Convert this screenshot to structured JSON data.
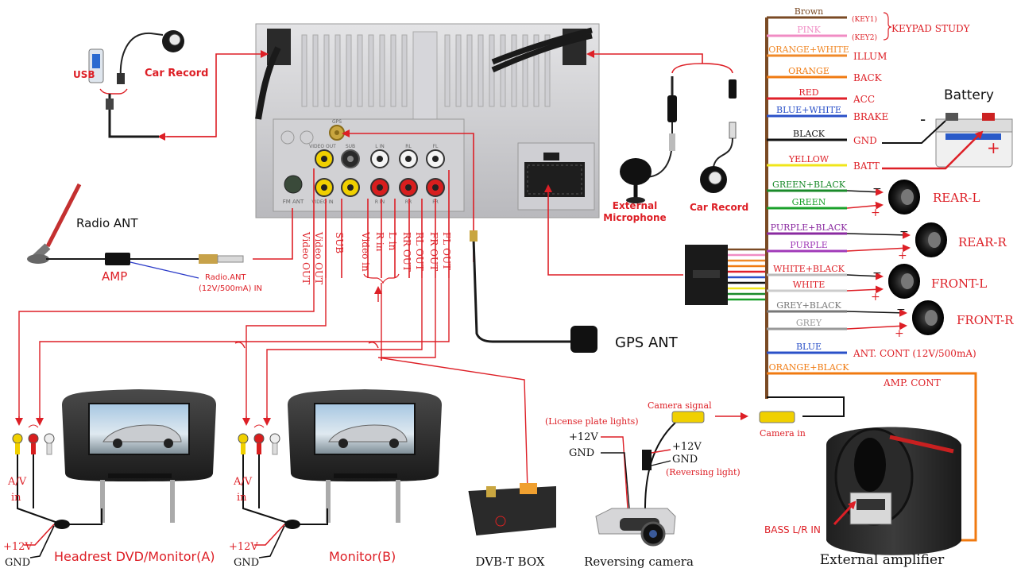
{
  "head_unit": {
    "ports": {
      "fm_ant": "FM ANT",
      "gps": "GPS",
      "video_out": "VIDEO OUT",
      "sub": "SUB",
      "l_in": "L IN",
      "rl": "RL",
      "fl": "FL",
      "video_in": "VIDEO IN",
      "r_in": "R IN",
      "rr": "RR",
      "fr": "FR"
    }
  },
  "labels": {
    "usb": "USB",
    "car_record_left": "Car Record",
    "radio_ant": "Radio ANT",
    "amp": "AMP",
    "radio_ant_in": "Radio.ANT",
    "radio_ant_in_spec": "(12V/500mA) IN",
    "gps_ant": "GPS ANT",
    "external_microphone_1": "External",
    "external_microphone_2": "Microphone",
    "car_record_right": "Car Record",
    "battery": "Battery",
    "battery_minus": "-",
    "battery_plus": "+",
    "camera_signal": "Camera signal",
    "camera_in": "Camera in",
    "license_plate_lights": "(License plate lights)",
    "plus12v_a": "+12V",
    "gnd_a": "GND",
    "plus12v_b": "+12V",
    "gnd_b": "GND",
    "reversing_light": "(Reversing light)",
    "bass_lr_in": "BASS L/R IN",
    "amp_cont_line": "AMP. CONT"
  },
  "rca_labels": [
    "Video OUT",
    "Video OUT",
    "SUB",
    "Video in",
    "R in",
    "L in",
    "RR OUT",
    "RL OUT",
    "FR OUT",
    "FL OUT"
  ],
  "wires": [
    {
      "color": "Brown",
      "fn": "(KEY1)",
      "hex": "#7a4a24"
    },
    {
      "color": "PINK",
      "fn": "(KEY2)",
      "hex": "#f08cc4"
    },
    {
      "color": "ORANGE+WHITE",
      "fn": "ILLUM",
      "hex": "#f08a2a"
    },
    {
      "color": "ORANGE",
      "fn": "BACK",
      "hex": "#f07a10"
    },
    {
      "color": "RED",
      "fn": "ACC",
      "hex": "#e0202a"
    },
    {
      "color": "BLUE+WHITE",
      "fn": "BRAKE",
      "hex": "#2a50c8"
    },
    {
      "color": "BLACK",
      "fn": "GND",
      "hex": "#111111"
    },
    {
      "color": "YELLOW",
      "fn": "BATT",
      "hex": "#f0e61a"
    },
    {
      "color": "GREEN+BLACK",
      "fn": "",
      "hex": "#1a8a2a"
    },
    {
      "color": "GREEN",
      "fn": "",
      "hex": "#1aa02a"
    },
    {
      "color": "PURPLE+BLACK",
      "fn": "",
      "hex": "#8a2aa0"
    },
    {
      "color": "PURPLE",
      "fn": "",
      "hex": "#a03ab8"
    },
    {
      "color": "WHITE+BLACK",
      "fn": "",
      "hex": "#bbbbbb"
    },
    {
      "color": "WHITE",
      "fn": "",
      "hex": "#cccccc"
    },
    {
      "color": "GREY+BLACK",
      "fn": "",
      "hex": "#777777"
    },
    {
      "color": "GREY",
      "fn": "",
      "hex": "#999999"
    },
    {
      "color": "BLUE",
      "fn": "ANT. CONT (12V/500mA)",
      "hex": "#2a50c8"
    },
    {
      "color": "ORANGE+BLACK",
      "fn": "",
      "hex": "#f07a10"
    }
  ],
  "keypad_study": "KEYPAD STUDY",
  "speakers": [
    "REAR-L",
    "REAR-R",
    "FRONT-L",
    "FRONT-R"
  ],
  "devices": {
    "monitor_a": "Headrest DVD/Monitor(A)",
    "monitor_b": "Monitor(B)",
    "dvbt": "DVB-T BOX",
    "reversing_camera": "Reversing camera",
    "external_amplifier": "External amplifier"
  },
  "monitor_labels": {
    "av_a": "A/V",
    "in_a": "in",
    "plus12v_a": "+12V",
    "gnd_a": "GND",
    "av_b": "A/V",
    "in_b": "in",
    "plus12v_b": "+12V",
    "gnd_b": "GND"
  },
  "colors": {
    "arrow_red": "#dd1f26",
    "wire_dark": "#111111",
    "brown_frame": "#7a4a24"
  }
}
